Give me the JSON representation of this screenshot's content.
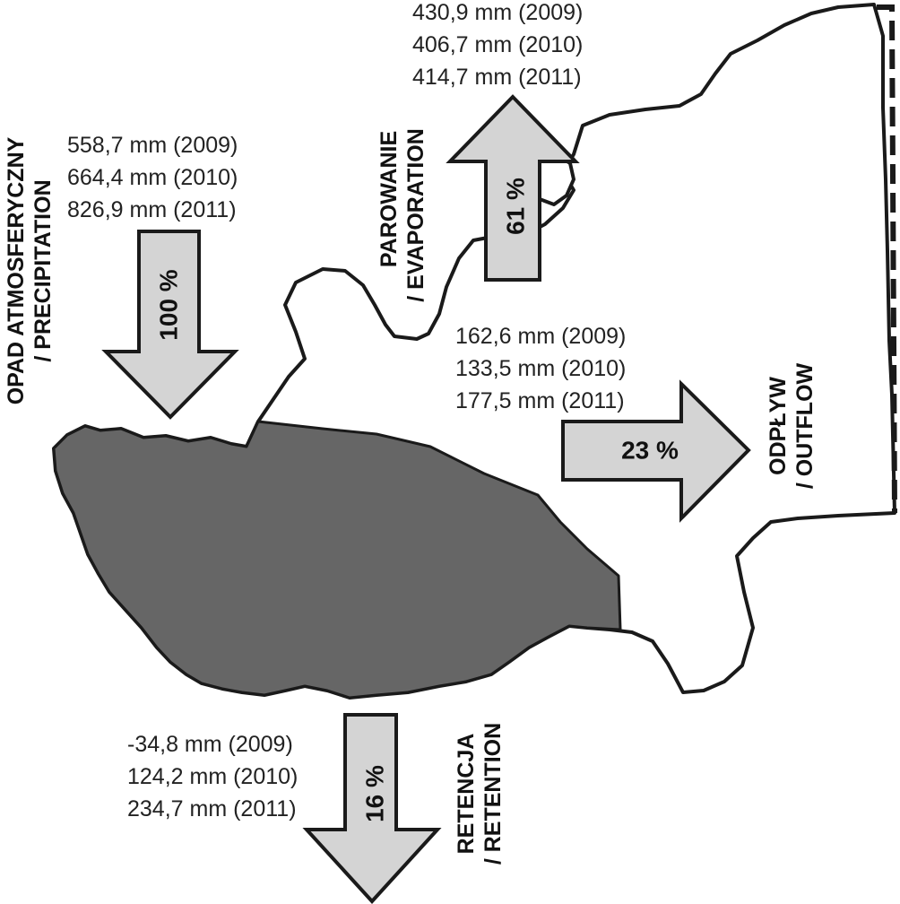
{
  "colors": {
    "arrow_fill": "#d4d4d4",
    "arrow_stroke": "#1a1a1a",
    "catchment_fill": "#666666",
    "outline_stroke": "#1a1a1a"
  },
  "precipitation": {
    "label_line1": "OPAD ATMOSFERYCZNY",
    "label_line2": "/ PRECIPITATION",
    "percent": "100 %",
    "values": [
      "558,7 mm (2009)",
      "664,4 mm (2010)",
      "826,9 mm (2011)"
    ]
  },
  "evaporation": {
    "label_line1": "PAROWANIE",
    "label_line2": "/ EVAPORATION",
    "percent": "61 %",
    "values": [
      "430,9 mm (2009)",
      "406,7 mm (2010)",
      "414,7 mm (2011)"
    ]
  },
  "outflow": {
    "label_line1": "ODPŁYW",
    "label_line2": "/ OUTFLOW",
    "percent": "23 %",
    "values": [
      "162,6 mm (2009)",
      "133,5 mm (2010)",
      "177,5 mm (2011)"
    ]
  },
  "retention": {
    "label_line1": "RETENCJA",
    "label_line2": "/ RETENTION",
    "percent": "16 %",
    "values": [
      "-34,8 mm (2009)",
      "124,2 mm (2010)",
      "234,7 mm (2011)"
    ]
  }
}
